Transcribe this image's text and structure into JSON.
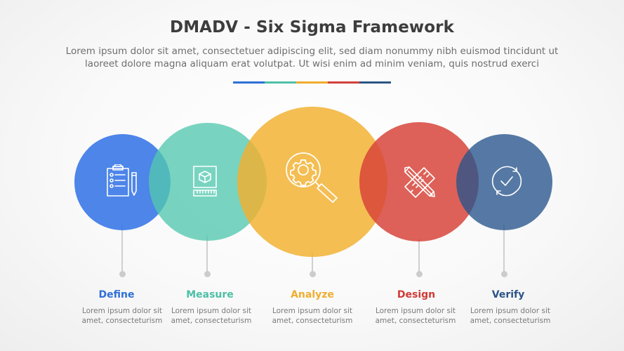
{
  "header": {
    "title": "DMADV - Six Sigma Framework",
    "subtitle_line1": "Lorem ipsum dolor sit amet, consectetuer adipiscing elit, sed diam nonummy nibh euismod tincidunt ut",
    "subtitle_line2": "laoreet dolore magna aliquam erat volutpat. Ut wisi enim ad minim veniam, quis nostrud exerci"
  },
  "divider_colors": [
    "#2f6fd6",
    "#4fc0a8",
    "#f0ad2e",
    "#d2413a",
    "#2d5583"
  ],
  "steps": [
    {
      "label": "Define",
      "icon": "clipboard-checklist-pencil-icon",
      "color": "#2e6fd8",
      "circle_color": "#3d7ae6",
      "desc_line1": "Lorem ipsum dolor sit",
      "desc_line2": "amet, consecteturism"
    },
    {
      "label": "Measure",
      "icon": "box-ruler-measure-icon",
      "color": "#4bbfa5",
      "circle_color": "#5fcbb3",
      "desc_line1": "Lorem ipsum dolor sit",
      "desc_line2": "amet, consecteturism"
    },
    {
      "label": "Analyze",
      "icon": "magnifier-gear-icon",
      "color": "#f0ad2e",
      "circle_color": "#f2b533",
      "desc_line1": "Lorem ipsum dolor sit",
      "desc_line2": "amet, consecteturism"
    },
    {
      "label": "Design",
      "icon": "pencil-ruler-cross-icon",
      "color": "#cf3b35",
      "circle_color": "#d9493f",
      "desc_line1": "Lorem ipsum dolor sit",
      "desc_line2": "amet, consecteturism"
    },
    {
      "label": "Verify",
      "icon": "refresh-check-icon",
      "color": "#2b5487",
      "circle_color": "#335f93",
      "desc_line1": "Lorem ipsum dolor sit",
      "desc_line2": "amet, consecteturism"
    }
  ]
}
